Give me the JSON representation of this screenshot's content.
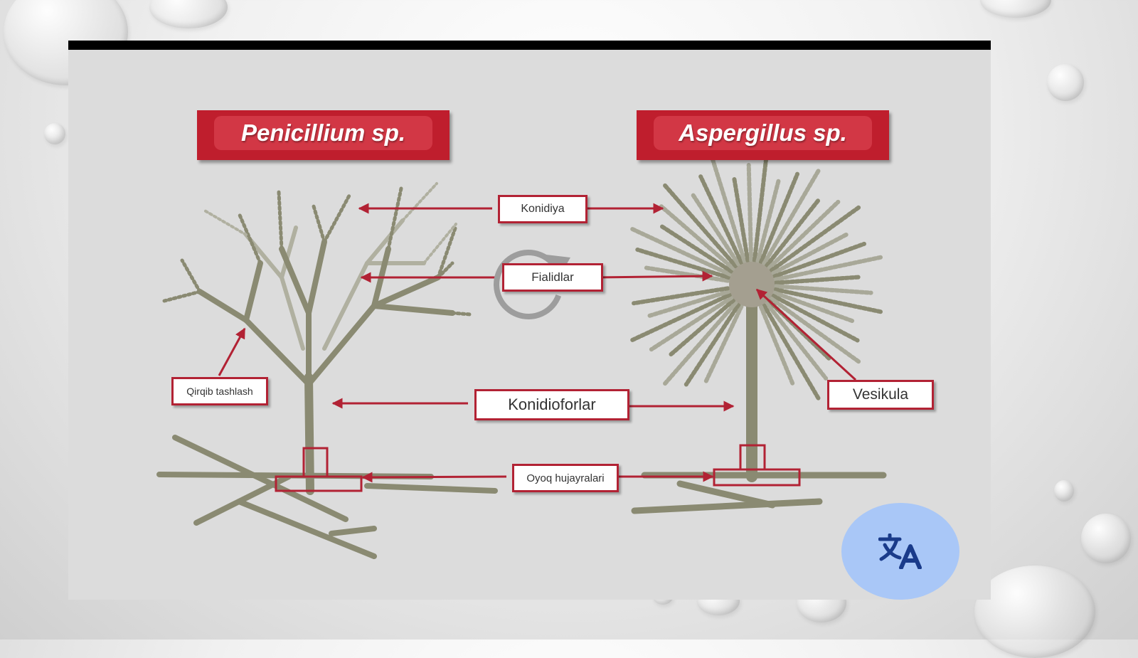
{
  "slide": {
    "titles": {
      "penicillium": "Penicillium sp.",
      "aspergillus": "Aspergillus sp."
    },
    "labels": {
      "konidiya": "Konidiya",
      "fialidlar": "Fialidlar",
      "qirqib": "Qirqib tashlash",
      "konidioforlar": "Konidioforlar",
      "vesikula": "Vesikula",
      "oyoq": "Oyoq hujayralari"
    }
  },
  "overlay": {
    "loading_icon": "loading-spinner-icon",
    "translate_icon": "translate-icon"
  },
  "colors": {
    "title_red": "#bf1e2d",
    "arrow_red": "#b22234",
    "fungus": "#8a8a72",
    "fungus_light": "#b0b0a0",
    "slide_bg": "#dcdcdc",
    "translate_bg": "#a9c7f7",
    "translate_fg": "#1a3b8a"
  }
}
